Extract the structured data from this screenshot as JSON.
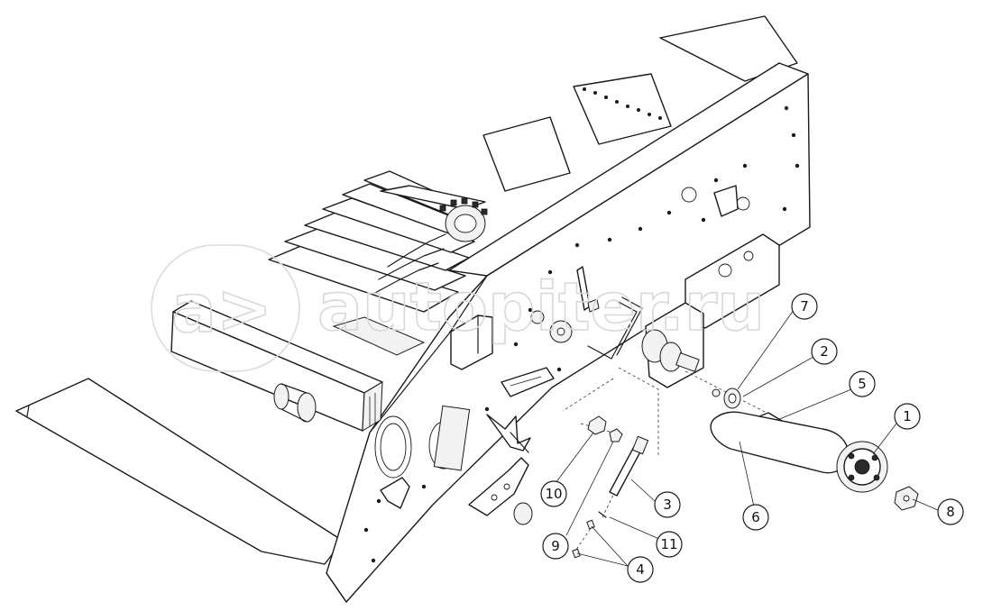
{
  "watermark": {
    "text": "autopiter.ru",
    "logo_glyph": "a>"
  },
  "callouts": [
    {
      "id": "1",
      "label": "1"
    },
    {
      "id": "2",
      "label": "2"
    },
    {
      "id": "3",
      "label": "3"
    },
    {
      "id": "4",
      "label": "4"
    },
    {
      "id": "5",
      "label": "5"
    },
    {
      "id": "6",
      "label": "6"
    },
    {
      "id": "7",
      "label": "7"
    },
    {
      "id": "8",
      "label": "8"
    },
    {
      "id": "9",
      "label": "9"
    },
    {
      "id": "10",
      "label": "10"
    },
    {
      "id": "11",
      "label": "11"
    }
  ],
  "colors": {
    "line": "#1a1a1a",
    "watermark": "#d8d8d8",
    "background": "#ffffff"
  }
}
